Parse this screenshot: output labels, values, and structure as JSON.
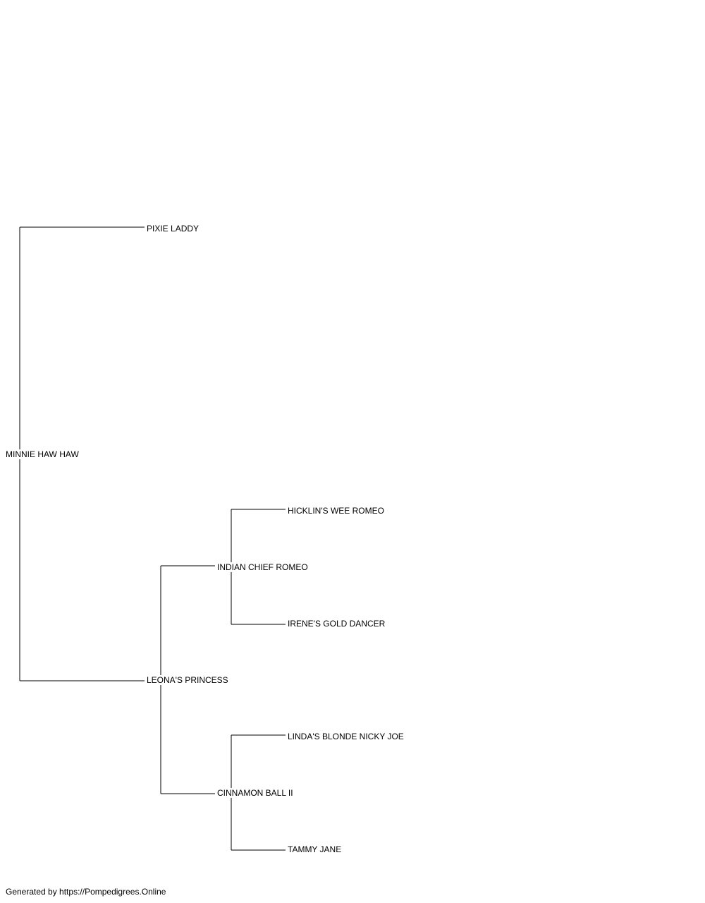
{
  "pedigree": {
    "subject": "MINNIE HAW HAW",
    "sire": "PIXIE LADDY",
    "dam": "LEONA'S PRINCESS",
    "dam_sire": "INDIAN CHIEF ROMEO",
    "dam_sire_sire": "HICKLIN'S WEE ROMEO",
    "dam_sire_dam": "IRENE'S GOLD DANCER",
    "dam_dam": "CINNAMON BALL II",
    "dam_dam_sire": "LINDA'S BLONDE NICKY JOE",
    "dam_dam_dam": "TAMMY JANE"
  },
  "footer": {
    "text": "Generated by https://Pompedigrees.Online"
  },
  "colors": {
    "line": "#000000",
    "text": "#000000",
    "background": "#ffffff"
  }
}
